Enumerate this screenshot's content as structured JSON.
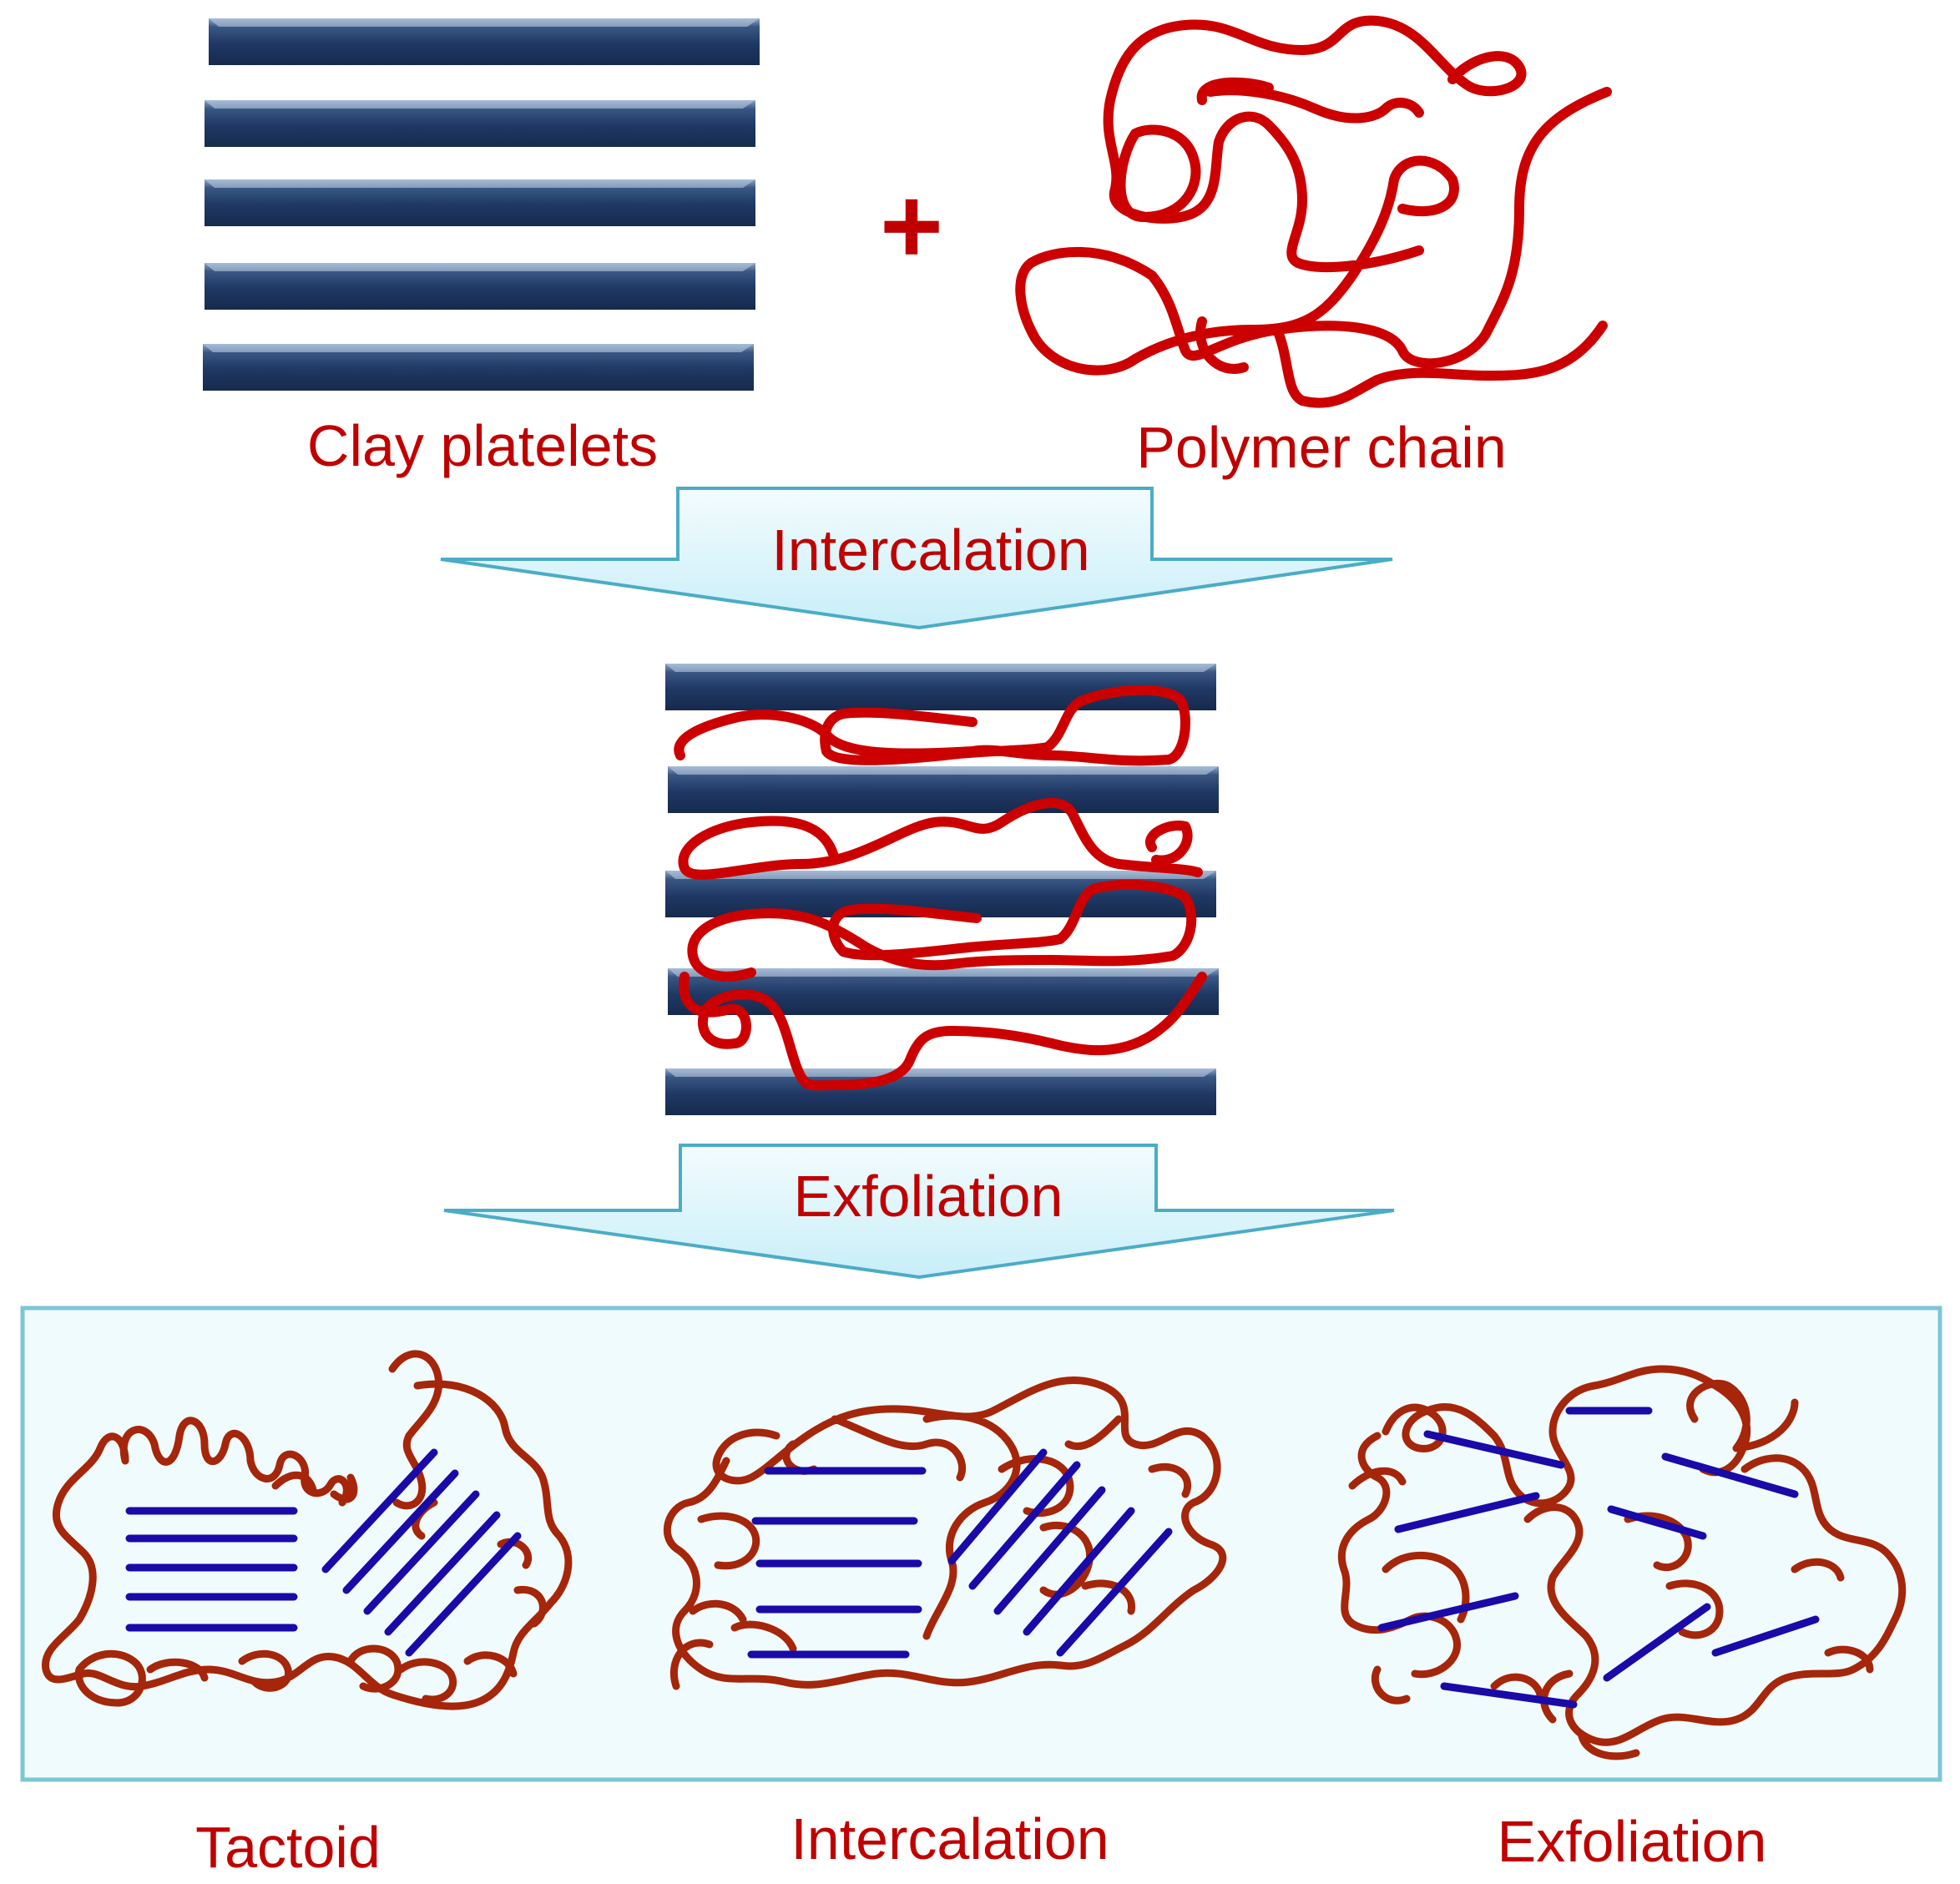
{
  "labels": {
    "clay": "Clay platelets",
    "plus": "+",
    "polymer": "Polymer chain",
    "arrow1": "Intercalation",
    "arrow2": "Exfoliation",
    "tactoid": "Tactoid",
    "intercalation": "Intercalation",
    "exfoliation": "Exfoliation"
  },
  "colors": {
    "text": "#c00000",
    "polymer": "#cc0000",
    "polymer_dark": "#a5260a",
    "platelet": "#1f3864",
    "platelet_light": "#8da6c8",
    "line": "#1a0aa8",
    "arrow_fill": "#d9f4fb",
    "arrow_stroke": "#4bacc6",
    "box_fill": "#effbfc",
    "box_stroke": "#7cc6d6"
  }
}
